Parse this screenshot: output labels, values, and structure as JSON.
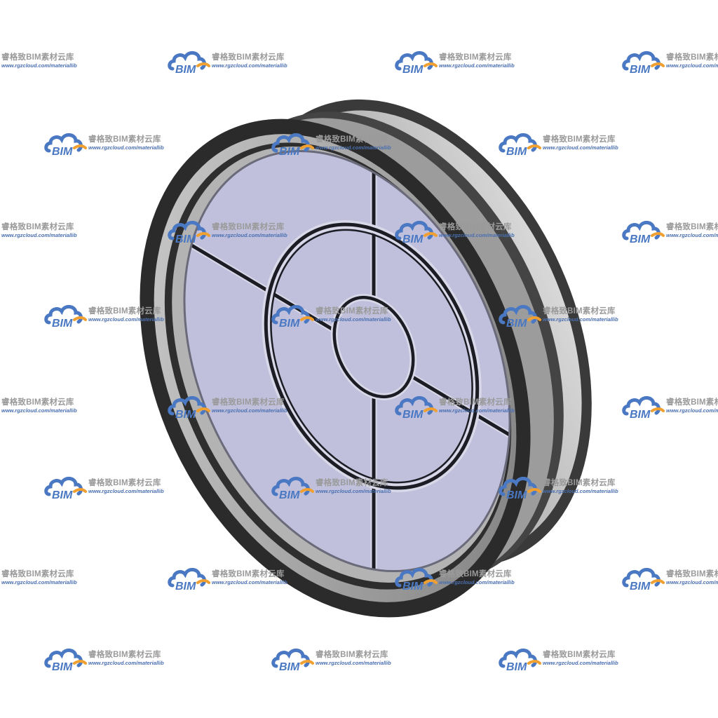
{
  "watermark": {
    "brand": "BIM",
    "title": "睿格致BIM素材云库",
    "url": "www.rgzcloud.com/materiallib",
    "cloud_color": "#4a78c2",
    "accent_color": "#f0a030"
  },
  "colors": {
    "frame_dark": "#2b2b2b",
    "frame_mid": "#6e6e6e",
    "frame_light": "#bdbdbd",
    "glass": "#c0c0dc",
    "mullion": "#1c1c24",
    "background": "#ffffff"
  }
}
